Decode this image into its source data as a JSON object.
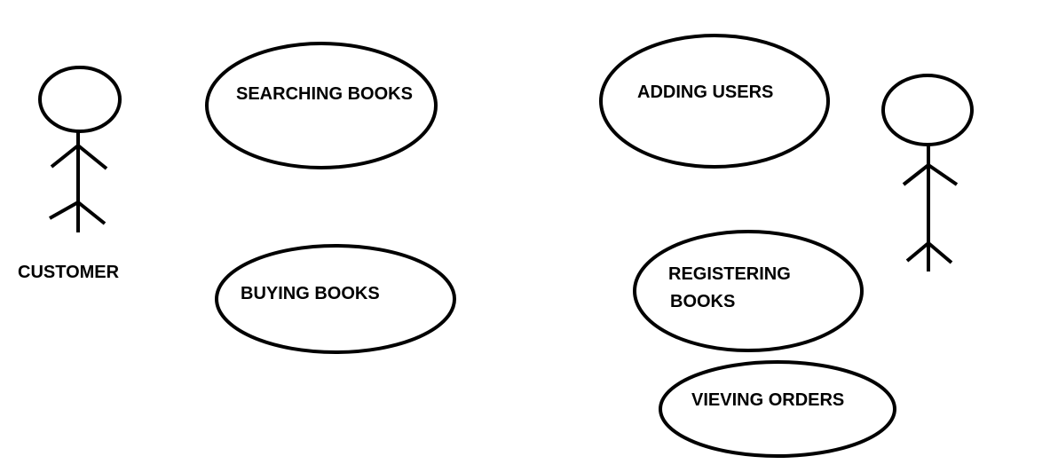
{
  "actors": [
    {
      "label": "CUSTOMER"
    },
    {
      "label": ""
    }
  ],
  "use_cases": [
    {
      "lines": [
        "SEARCHING BOOKS"
      ]
    },
    {
      "lines": [
        "BUYING BOOKS"
      ]
    },
    {
      "lines": [
        "ADDING USERS"
      ]
    },
    {
      "lines": [
        "REGISTERING",
        "BOOKS"
      ]
    },
    {
      "lines": [
        "VIEVING ORDERS"
      ]
    }
  ],
  "colors": {
    "background": "#ffffff",
    "ink": "#000000"
  }
}
